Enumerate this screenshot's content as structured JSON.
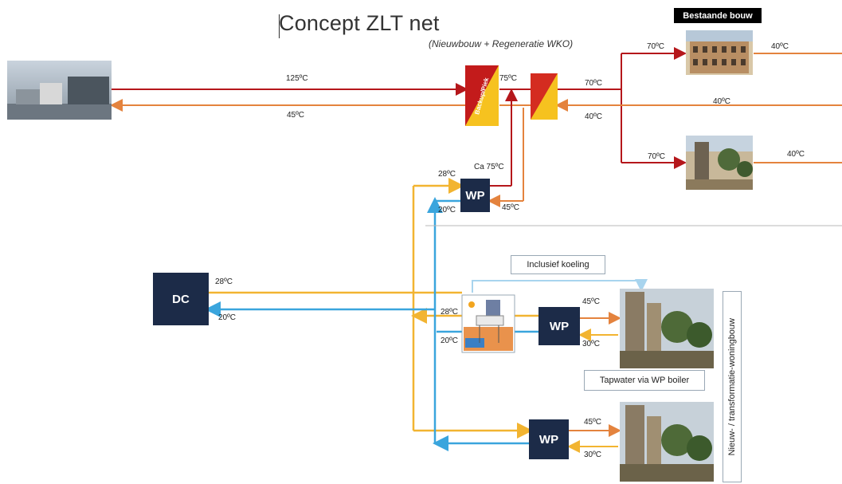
{
  "title": "Concept ZLT net",
  "subtitle": "(Nieuwbouw + Regeneratie WKO)",
  "existing_header": "Bestaande bouw",
  "backup_label": "Backup/Piek",
  "boxes": {
    "wp_top": "WP",
    "wp_mid": "WP",
    "wp_bottom": "WP",
    "dc": "DC"
  },
  "callouts": {
    "cooling": "Inclusief koeling",
    "tapwater": "Tapwater via WP boiler"
  },
  "side_label": "Nieuw- / transformatie-woningbouw",
  "temps": {
    "supply_main": "125ºC",
    "return_main": "45ºC",
    "after_backup": "75ºC",
    "to_existing": "70ºC",
    "existing_top_in": "70ºC",
    "existing_top_out": "40ºC",
    "return_right": "40ºC",
    "return_hx": "40ºC",
    "existing_bottom_in": "70ºC",
    "existing_bottom_out": "40ºC",
    "wp_top_out": "Ca 75ºC",
    "wp_top_in_warm": "28ºC",
    "wp_top_in_cold": "20ºC",
    "wp_top_return": "45ºC",
    "dc_out": "28ºC",
    "dc_in": "20ºC",
    "wko_warm": "28ºC",
    "wko_cold": "20ºC",
    "wp_mid_supply": "45ºC",
    "wp_mid_return": "30ºC",
    "wp_bottom_supply": "45ºC",
    "wp_bottom_return": "30ºC"
  },
  "colors": {
    "hot": "#b5171b",
    "warm": "#e4833e",
    "yellow": "#f2b431",
    "cold": "#3aa5dd",
    "navy": "#1c2b48"
  }
}
